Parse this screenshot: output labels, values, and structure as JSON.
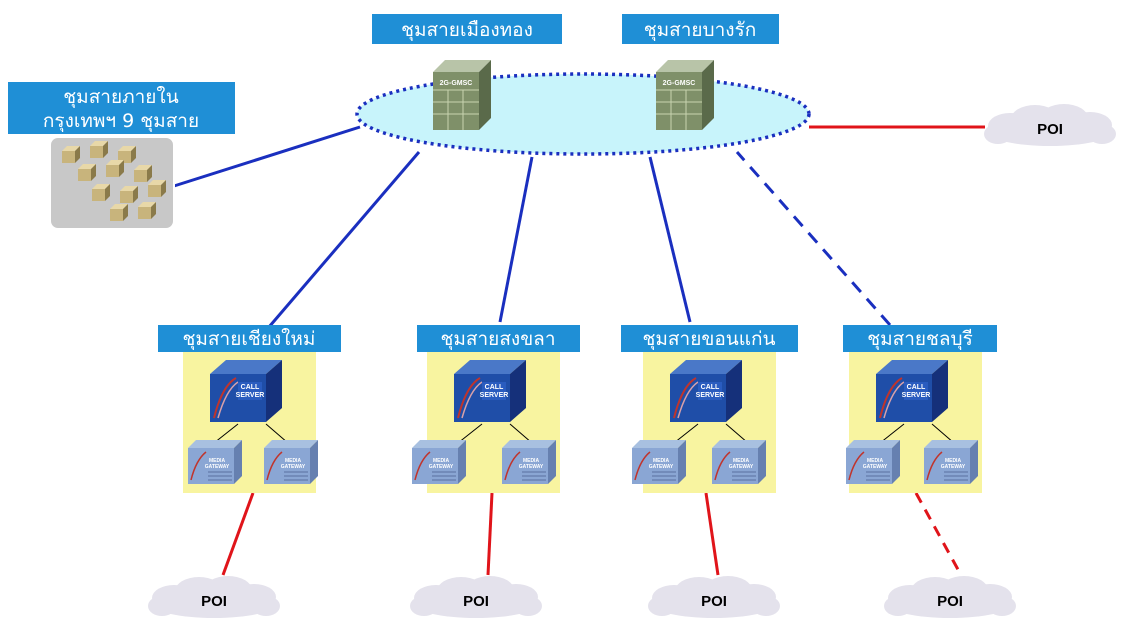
{
  "exchanges": {
    "muangthong": "ชุมสายเมืองทอง",
    "bangrak": "ชุมสายบางรัก",
    "bangkok_line1": "ชุมสายภายใน",
    "bangkok_line2": "กรุงเทพฯ 9 ชุมสาย"
  },
  "regional": [
    {
      "name": "ชุมสายเชียงใหม่",
      "link_type": "solid"
    },
    {
      "name": "ชุมสายสงขลา",
      "link_type": "solid"
    },
    {
      "name": "ชุมสายขอนแก่น",
      "link_type": "solid"
    },
    {
      "name": "ชุมสายชลบุรี",
      "link_type": "dashed"
    }
  ],
  "poi_label": "POI",
  "device_labels": {
    "gmsc": "2G-GMSC",
    "call_server_1": "CALL",
    "call_server_2": "SERVER",
    "media_gateway_1": "MEDIA",
    "media_gateway_2": "GATEWAY"
  },
  "colors": {
    "label_bg": "#1f8fd6",
    "core_link": "#1a2fbf",
    "poi_link": "#e0141a",
    "ring_fill": "#c8f4fb",
    "node_bg": "#f8f4a0"
  }
}
